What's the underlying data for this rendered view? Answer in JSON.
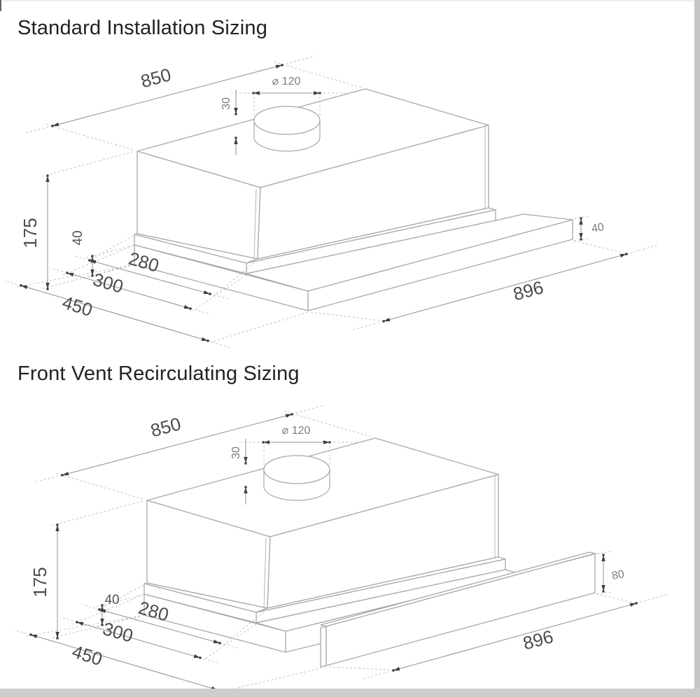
{
  "page": {
    "background": "#ffffff",
    "line_color": "#a8a8a8",
    "dim_text_color": "#4c4c4c",
    "title_color": "#222222",
    "edge_right_color": "#c5c5c5",
    "edge_bottom_color": "#cdcdcd"
  },
  "sections": [
    {
      "title": "Standard Installation Sizing",
      "dims": {
        "width": "850",
        "spigot_diameter": "⌀ 120",
        "spigot_height": "30",
        "overall_height": "175",
        "visor_height": "40",
        "body_depth": "280",
        "chassis_depth": "300",
        "overall_depth": "450",
        "front_width": "896",
        "front_height": "40"
      }
    },
    {
      "title": "Front Vent Recirculating Sizing",
      "dims": {
        "width": "850",
        "spigot_diameter": "⌀ 120",
        "spigot_height": "30",
        "overall_height": "175",
        "visor_height": "40",
        "body_depth": "280",
        "chassis_depth": "300",
        "overall_depth": "450",
        "front_width": "896",
        "front_height": "80"
      }
    }
  ]
}
